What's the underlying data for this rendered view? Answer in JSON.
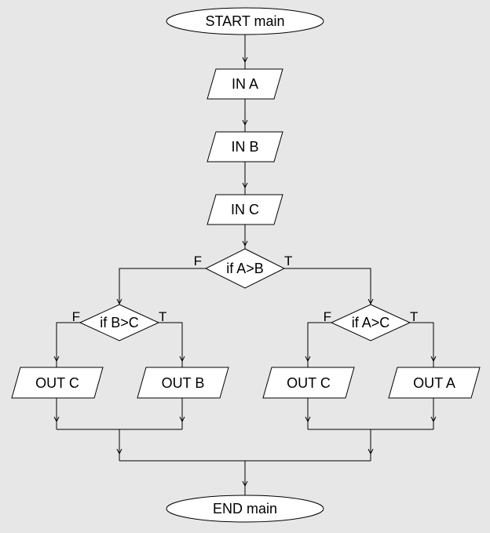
{
  "nodes": {
    "start": "START main",
    "in_a": "IN A",
    "in_b": "IN B",
    "in_c": "IN C",
    "cond_ab": "if A>B",
    "cond_bc": "if B>C",
    "cond_ac": "if A>C",
    "out_c_left": "OUT C",
    "out_b": "OUT B",
    "out_c_right": "OUT C",
    "out_a": "OUT A",
    "end": "END main"
  },
  "branch_labels": {
    "false": "F",
    "true": "T"
  },
  "colors": {
    "background": "#e7e7e7",
    "shape_fill": "#ffffff",
    "stroke": "#000000"
  }
}
